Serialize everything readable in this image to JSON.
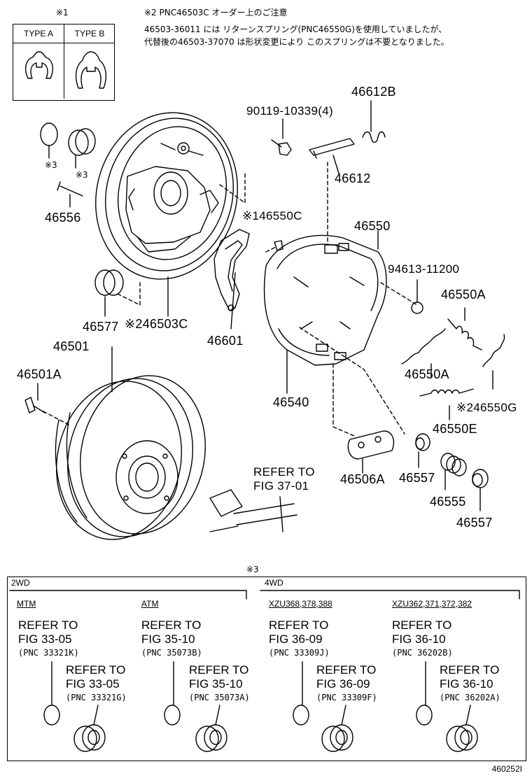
{
  "type_box": {
    "mark": "※1",
    "type_a": "TYPE A",
    "type_b": "TYPE B"
  },
  "note": {
    "mark": "※2",
    "title": "PNC46503C  オーダー上のご注意",
    "line1": "46503-36011 には リターンスプリング(PNC46550G)を使用していましたが、",
    "line2": "代替後の46503-37070 は形状変更により このスプリングは不要となりました。"
  },
  "labels": {
    "l46612B": "46612B",
    "l90119": "90119-10339(4)",
    "l46612": "46612",
    "mark3a": "※3",
    "mark3b": "※3",
    "l46556": "46556",
    "l46550C": "※146550C",
    "l46550": "46550",
    "l94613": "94613-11200",
    "l46550A_1": "46550A",
    "l46577": "46577",
    "l46503C": "※246503C",
    "l46601": "46601",
    "l46501": "46501",
    "l46501A": "46501A",
    "l46540": "46540",
    "l46550A_2": "46550A",
    "l46550G": "※246550G",
    "l46550E": "46550E",
    "refer_to": "REFER TO",
    "fig3701": "FIG 37-01",
    "l46506A": "46506A",
    "l46557_1": "46557",
    "l46555": "46555",
    "l46557_2": "46557"
  },
  "bottom": {
    "mark": "※3",
    "wd2": "2WD",
    "wd4": "4WD",
    "mtm": "MTM",
    "atm": "ATM",
    "xzu1": "XZU368,378,388",
    "xzu2": "XZU362,371,372,382",
    "refs": [
      {
        "l1": "REFER TO",
        "l2": "FIG 33-05",
        "pnc": "(PNC 33321K)"
      },
      {
        "l1": "REFER TO",
        "l2": "FIG 33-05",
        "pnc": "(PNC 33321G)"
      },
      {
        "l1": "REFER TO",
        "l2": "FIG 35-10",
        "pnc": "(PNC 35073B)"
      },
      {
        "l1": "REFER TO",
        "l2": "FIG 35-10",
        "pnc": "(PNC 35073A)"
      },
      {
        "l1": "REFER TO",
        "l2": "FIG 36-09",
        "pnc": "(PNC 33309J)"
      },
      {
        "l1": "REFER TO",
        "l2": "FIG 36-09",
        "pnc": "(PNC 33309F)"
      },
      {
        "l1": "REFER TO",
        "l2": "FIG 36-10",
        "pnc": "(PNC 36202B)"
      },
      {
        "l1": "REFER TO",
        "l2": "FIG 36-10",
        "pnc": "(PNC 36202A)"
      }
    ]
  },
  "drawing_code": "460252I"
}
